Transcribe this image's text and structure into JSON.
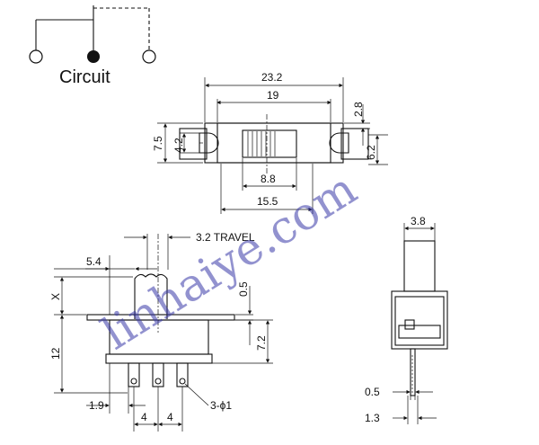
{
  "circuit": {
    "title": "Circuit"
  },
  "top_view": {
    "overall_width": "23.2",
    "inner_width": "19",
    "slot_width": "2.8",
    "height": "7.5",
    "hole_pitch_left": "4.2",
    "hole_pitch_right": "6.2",
    "actuator_width": "8.8",
    "actuator_span": "15.5"
  },
  "front_view": {
    "travel": "3.2 TRAVEL",
    "actuator_offset": "5.4",
    "x_label": "X",
    "body_height": "12",
    "mount_offset": "0.5",
    "pin_height": "7.2",
    "pin_edge": "1.9",
    "pin_pitch_1": "4",
    "pin_pitch_2": "4",
    "hole_spec": "3-ϕ1"
  },
  "side_view": {
    "actuator_width": "3.8",
    "pin_thickness": "0.5",
    "pin_width": "1.3"
  },
  "watermark": {
    "text": "linhaiye.com",
    "color": "#3a3aa8"
  }
}
